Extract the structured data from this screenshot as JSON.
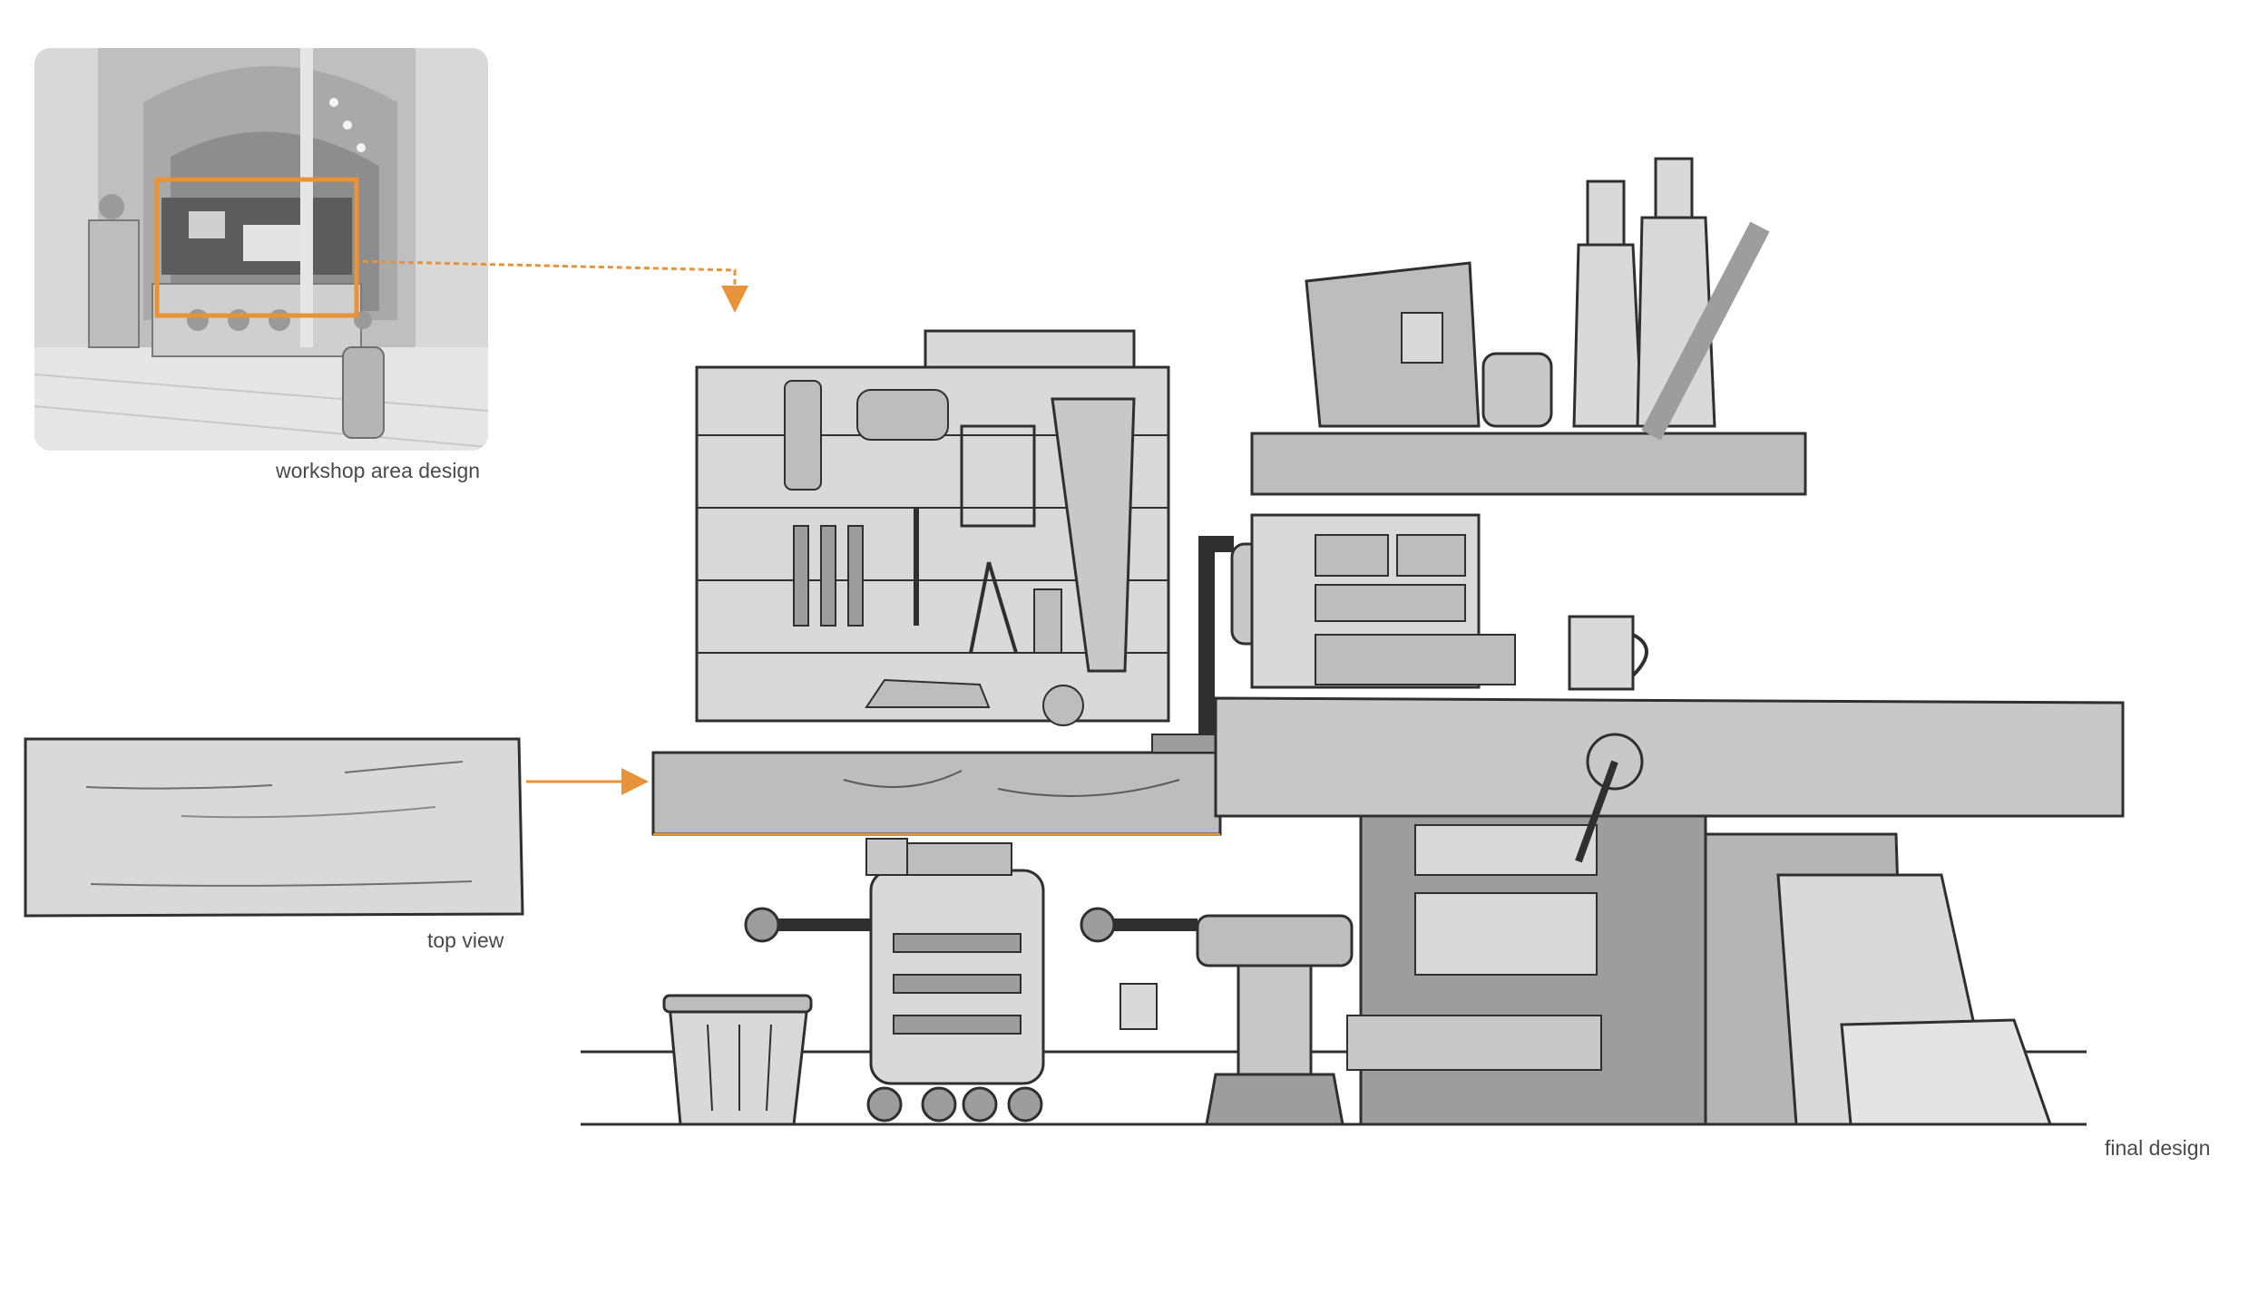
{
  "captions": {
    "workshop_area_design": "workshop area design",
    "top_view": "top view",
    "final_design": "final design"
  },
  "colors": {
    "accent_orange": "#e8923a",
    "line_dark": "#2f2f2f",
    "fill_light": "#d9d9d9",
    "fill_mid": "#bdbdbd",
    "fill_dark": "#9d9d9d"
  }
}
